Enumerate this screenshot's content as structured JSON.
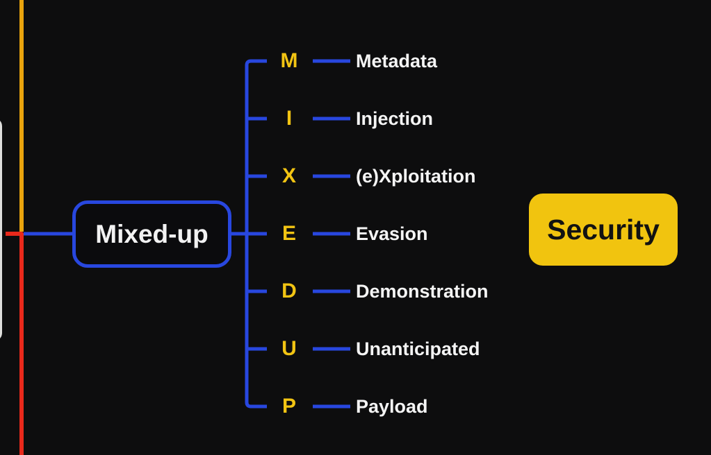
{
  "diagram": {
    "root": {
      "label": "Mixed-up"
    },
    "branches": [
      {
        "letter": "M",
        "term": "Metadata"
      },
      {
        "letter": "I",
        "term": "Injection"
      },
      {
        "letter": "X",
        "term": "(e)Xploitation"
      },
      {
        "letter": "E",
        "term": "Evasion"
      },
      {
        "letter": "D",
        "term": "Demonstration"
      },
      {
        "letter": "U",
        "term": "Unanticipated"
      },
      {
        "letter": "P",
        "term": "Payload"
      }
    ],
    "badge": {
      "label": "Security"
    }
  },
  "colors": {
    "background": "#0d0d0e",
    "connector_blue": "#2847df",
    "letter_gold": "#f2c413",
    "badge_gold": "#f1c40f",
    "line_amber": "#e8a30d",
    "line_red": "#e9291b",
    "node_border_blue": "#2847df",
    "offscreen_node_white": "#dededc",
    "text_white": "#f4f4f4",
    "badge_text_black": "#121212"
  }
}
